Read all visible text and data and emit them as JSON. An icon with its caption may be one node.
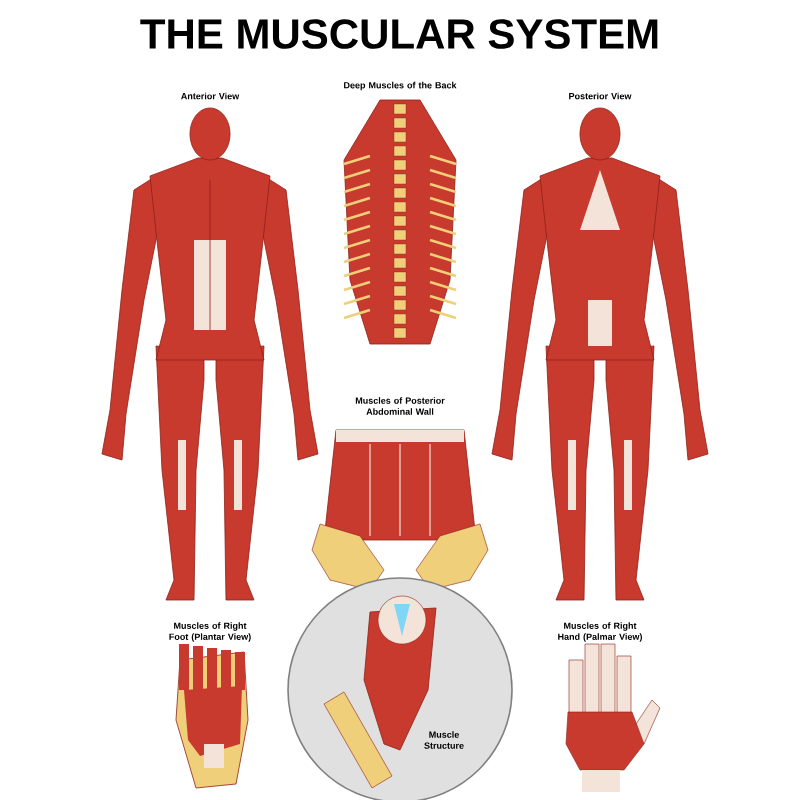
{
  "diagram": {
    "title": "THE MUSCULAR SYSTEM",
    "nodes": [
      {
        "text": [
          "Muscle Structure"
        ]
      }
    ],
    "edges": [],
    "labels": [
      "Anterior View",
      "Deep Muscles of the Back",
      "Posterior View",
      "Muscles of Posterior Abdominal Wall",
      "Muscles of Right Foot (Plantar View)",
      "Muscles of Right Hand (Palmar View)"
    ]
  }
}
